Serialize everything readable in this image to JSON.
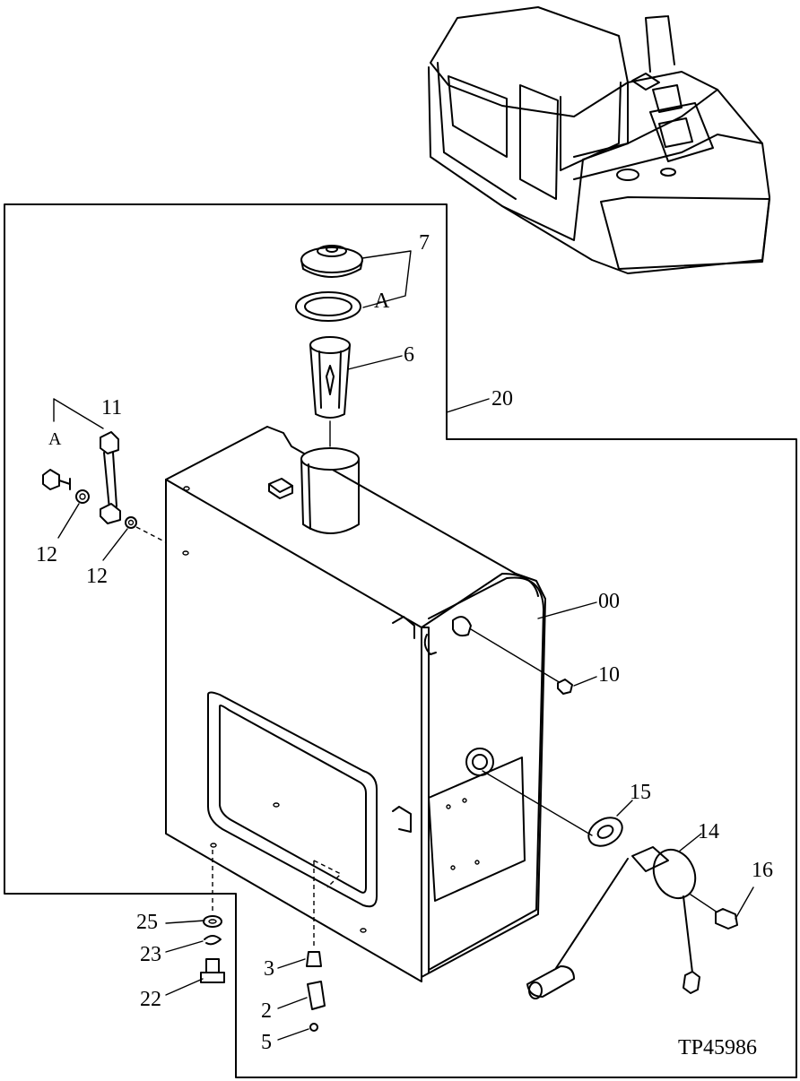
{
  "drawing_id": "TP45986",
  "callouts": [
    {
      "id": "c7",
      "text": "7"
    },
    {
      "id": "cA1",
      "text": "A"
    },
    {
      "id": "c6",
      "text": "6"
    },
    {
      "id": "c20",
      "text": "20"
    },
    {
      "id": "c11",
      "text": "11"
    },
    {
      "id": "cA2",
      "text": "A"
    },
    {
      "id": "c12a",
      "text": "12"
    },
    {
      "id": "c12b",
      "text": "12"
    },
    {
      "id": "c00",
      "text": "00"
    },
    {
      "id": "c10",
      "text": "10"
    },
    {
      "id": "c15",
      "text": "15"
    },
    {
      "id": "c14",
      "text": "14"
    },
    {
      "id": "c16",
      "text": "16"
    },
    {
      "id": "c25",
      "text": "25"
    },
    {
      "id": "c23",
      "text": "23"
    },
    {
      "id": "c22",
      "text": "22"
    },
    {
      "id": "c3",
      "text": "3"
    },
    {
      "id": "c2",
      "text": "2"
    },
    {
      "id": "c5",
      "text": "5"
    }
  ]
}
